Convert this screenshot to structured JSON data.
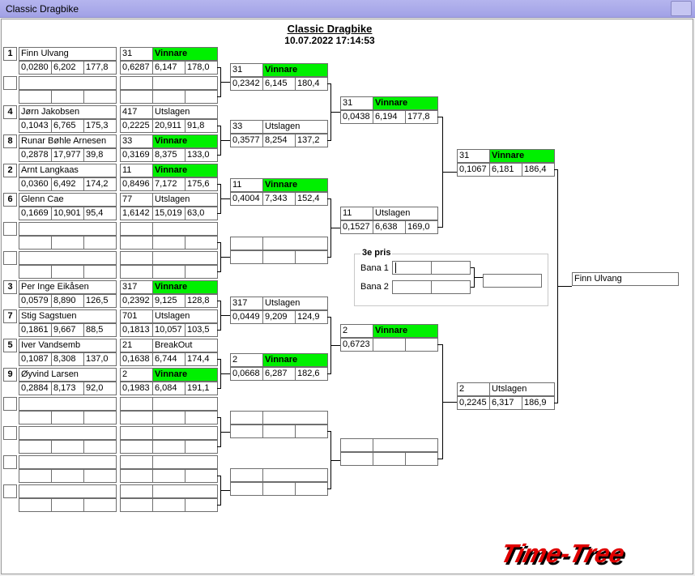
{
  "window": {
    "title": "Classic Dragbike"
  },
  "header": {
    "title": "Classic Dragbike",
    "datetime": "10.07.2022 17:14:53"
  },
  "third_prize": {
    "legend": "3e pris",
    "lane1": "Bana 1",
    "lane2": "Bana 2"
  },
  "champion": "Finn Ulvang",
  "logo": "Time-Tree",
  "colors": {
    "winner": "#00f000",
    "titlebar": "#a9a9ea"
  },
  "entries": [
    {
      "seed": "1",
      "name": "Finn Ulvang",
      "rt": "0,0280",
      "et": "6,202",
      "speed": "177,8"
    },
    {
      "seed": "",
      "name": "",
      "rt": "",
      "et": "",
      "speed": ""
    },
    {
      "seed": "4",
      "name": "Jørn Jakobsen",
      "rt": "0,1043",
      "et": "6,765",
      "speed": "175,3"
    },
    {
      "seed": "8",
      "name": "Runar Bøhle Arnesen",
      "rt": "0,2878",
      "et": "17,977",
      "speed": "39,8"
    },
    {
      "seed": "2",
      "name": "Arnt Langkaas",
      "rt": "0,0360",
      "et": "6,492",
      "speed": "174,2"
    },
    {
      "seed": "6",
      "name": "Glenn Cae",
      "rt": "0,1669",
      "et": "10,901",
      "speed": "95,4"
    },
    {
      "seed": "",
      "name": "",
      "rt": "",
      "et": "",
      "speed": ""
    },
    {
      "seed": "",
      "name": "",
      "rt": "",
      "et": "",
      "speed": ""
    },
    {
      "seed": "3",
      "name": "Per Inge Eikåsen",
      "rt": "0,0579",
      "et": "8,890",
      "speed": "126,5"
    },
    {
      "seed": "7",
      "name": "Stig Sagstuen",
      "rt": "0,1861",
      "et": "9,667",
      "speed": "88,5"
    },
    {
      "seed": "5",
      "name": "Iver Vandsemb",
      "rt": "0,1087",
      "et": "8,308",
      "speed": "137,0"
    },
    {
      "seed": "9",
      "name": "Øyvind Larsen",
      "rt": "0,2884",
      "et": "8,173",
      "speed": "92,0"
    },
    {
      "seed": "",
      "name": "",
      "rt": "",
      "et": "",
      "speed": ""
    },
    {
      "seed": "",
      "name": "",
      "rt": "",
      "et": "",
      "speed": ""
    },
    {
      "seed": "",
      "name": "",
      "rt": "",
      "et": "",
      "speed": ""
    },
    {
      "seed": "",
      "name": "",
      "rt": "",
      "et": "",
      "speed": ""
    }
  ],
  "round1": [
    {
      "bike": "31",
      "status": "Vinnare",
      "rt": "0,6287",
      "et": "6,147",
      "speed": "178,0"
    },
    {
      "bike": "",
      "status": "",
      "rt": "",
      "et": "",
      "speed": ""
    },
    {
      "bike": "417",
      "status": "Utslagen",
      "rt": "0,2225",
      "et": "20,911",
      "speed": "91,8"
    },
    {
      "bike": "33",
      "status": "Vinnare",
      "rt": "0,3169",
      "et": "8,375",
      "speed": "133,0"
    },
    {
      "bike": "11",
      "status": "Vinnare",
      "rt": "0,8496",
      "et": "7,172",
      "speed": "175,6"
    },
    {
      "bike": "77",
      "status": "Utslagen",
      "rt": "1,6142",
      "et": "15,019",
      "speed": "63,0"
    },
    {
      "bike": "",
      "status": "",
      "rt": "",
      "et": "",
      "speed": ""
    },
    {
      "bike": "",
      "status": "",
      "rt": "",
      "et": "",
      "speed": ""
    },
    {
      "bike": "317",
      "status": "Vinnare",
      "rt": "0,2392",
      "et": "9,125",
      "speed": "128,8"
    },
    {
      "bike": "701",
      "status": "Utslagen",
      "rt": "0,1813",
      "et": "10,057",
      "speed": "103,5"
    },
    {
      "bike": "21",
      "status": "BreakOut",
      "rt": "0,1638",
      "et": "6,744",
      "speed": "174,4"
    },
    {
      "bike": "2",
      "status": "Vinnare",
      "rt": "0,1983",
      "et": "6,084",
      "speed": "191,1"
    },
    {
      "bike": "",
      "status": "",
      "rt": "",
      "et": "",
      "speed": ""
    },
    {
      "bike": "",
      "status": "",
      "rt": "",
      "et": "",
      "speed": ""
    },
    {
      "bike": "",
      "status": "",
      "rt": "",
      "et": "",
      "speed": ""
    },
    {
      "bike": "",
      "status": "",
      "rt": "",
      "et": "",
      "speed": ""
    }
  ],
  "round2": [
    {
      "bike": "31",
      "status": "Vinnare",
      "rt": "0,2342",
      "et": "6,145",
      "speed": "180,4"
    },
    {
      "bike": "33",
      "status": "Utslagen",
      "rt": "0,3577",
      "et": "8,254",
      "speed": "137,2"
    },
    {
      "bike": "11",
      "status": "Vinnare",
      "rt": "0,4004",
      "et": "7,343",
      "speed": "152,4"
    },
    {
      "bike": "",
      "status": "",
      "rt": "",
      "et": "",
      "speed": ""
    },
    {
      "bike": "317",
      "status": "Utslagen",
      "rt": "0,0449",
      "et": "9,209",
      "speed": "124,9"
    },
    {
      "bike": "2",
      "status": "Vinnare",
      "rt": "0,0668",
      "et": "6,287",
      "speed": "182,6"
    },
    {
      "bike": "",
      "status": "",
      "rt": "",
      "et": "",
      "speed": ""
    },
    {
      "bike": "",
      "status": "",
      "rt": "",
      "et": "",
      "speed": ""
    }
  ],
  "round3": [
    {
      "bike": "31",
      "status": "Vinnare",
      "rt": "0,0438",
      "et": "6,194",
      "speed": "177,8"
    },
    {
      "bike": "11",
      "status": "Utslagen",
      "rt": "0,1527",
      "et": "6,638",
      "speed": "169,0"
    },
    {
      "bike": "2",
      "status": "Vinnare",
      "rt": "0,6723",
      "et": "",
      "speed": ""
    },
    {
      "bike": "",
      "status": "",
      "rt": "",
      "et": "",
      "speed": ""
    }
  ],
  "round4": [
    {
      "bike": "31",
      "status": "Vinnare",
      "rt": "0,1067",
      "et": "6,181",
      "speed": "186,4"
    },
    {
      "bike": "2",
      "status": "Utslagen",
      "rt": "0,2245",
      "et": "6,317",
      "speed": "186,9"
    }
  ]
}
